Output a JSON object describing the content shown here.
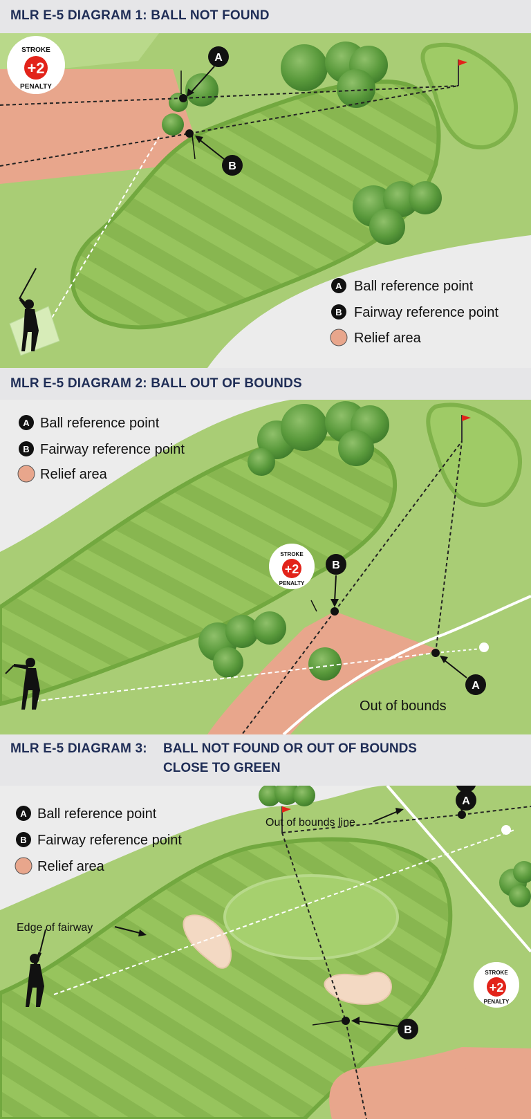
{
  "diagram1": {
    "title": "MLR E-5 DIAGRAM 1:  BALL NOT FOUND",
    "legend": [
      {
        "marker": "A",
        "label": "Ball reference point"
      },
      {
        "marker": "B",
        "label": "Fairway reference point"
      },
      {
        "marker": "",
        "label": "Relief area"
      }
    ],
    "badge": {
      "top": "STROKE",
      "value": "+2",
      "bottom": "PENALTY"
    },
    "markers": [
      "A",
      "B"
    ]
  },
  "diagram2": {
    "title": "MLR E-5 DIAGRAM 2:  BALL OUT OF BOUNDS",
    "legend": [
      {
        "marker": "A",
        "label": "Ball reference point"
      },
      {
        "marker": "B",
        "label": "Fairway reference point"
      },
      {
        "marker": "",
        "label": "Relief area"
      }
    ],
    "badge": {
      "top": "STROKE",
      "value": "+2",
      "bottom": "PENALTY"
    },
    "markers": [
      "A",
      "B"
    ],
    "annotation": "Out of bounds"
  },
  "diagram3": {
    "title_line1": "MLR E-5 DIAGRAM 3:",
    "title_line2a": "BALL NOT FOUND OR OUT OF BOUNDS",
    "title_line2b": "CLOSE TO GREEN",
    "legend": [
      {
        "marker": "A",
        "label": "Ball reference point"
      },
      {
        "marker": "B",
        "label": "Fairway reference point"
      },
      {
        "marker": "",
        "label": "Relief area"
      }
    ],
    "badge": {
      "top": "STROKE",
      "value": "+2",
      "bottom": "PENALTY"
    },
    "markers": [
      "A",
      "B"
    ],
    "annotation_oob": "Out of bounds line",
    "annotation_fairway": "Edge of fairway"
  },
  "colors": {
    "header_text": "#1f2d56",
    "rough": "#a9cd75",
    "fairway_light": "#95c35b",
    "fairway_dark": "#86b54e",
    "relief": "#e8a68c",
    "badge_red": "#e2231a"
  }
}
